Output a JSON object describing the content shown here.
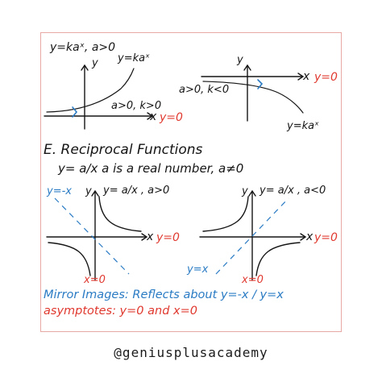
{
  "exponential": {
    "formula_title": "y=kaˣ, a>0",
    "graph1": {
      "y_label": "y",
      "curve_label": "y=kaˣ",
      "condition": "a>0, k>0",
      "x_label": "x",
      "asymptote": "y=0"
    },
    "graph2": {
      "y_label": "y",
      "condition": "a>0, k<0",
      "x_label": "x",
      "asymptote": "y=0",
      "curve_label": "y=kaˣ"
    }
  },
  "section": {
    "title": "E. Reciprocal Functions",
    "definition": "y= a/x  a is a real number, a≠0"
  },
  "reciprocal": {
    "left": {
      "mirror_line": "y=-x",
      "y_label": "y",
      "formula": "y= a/x , a>0",
      "x_label": "x",
      "asymptote_y": "y=0",
      "asymptote_x": "x=0"
    },
    "right": {
      "y_label": "y",
      "formula": "y= a/x , a<0",
      "x_label": "x",
      "asymptote_y": "y=0",
      "mirror_line": "y=x",
      "asymptote_x": "x=0"
    }
  },
  "notes": {
    "mirror": "Mirror Images: Reflects about y=-x / y=x",
    "asymptotes": "asymptotes: y=0 and x=0"
  },
  "footer": "@geniusplusacademy",
  "colors": {
    "ink": "#151515",
    "red": "#e0392f",
    "blue": "#2a7bc4",
    "frame": "#e8a9a4"
  }
}
